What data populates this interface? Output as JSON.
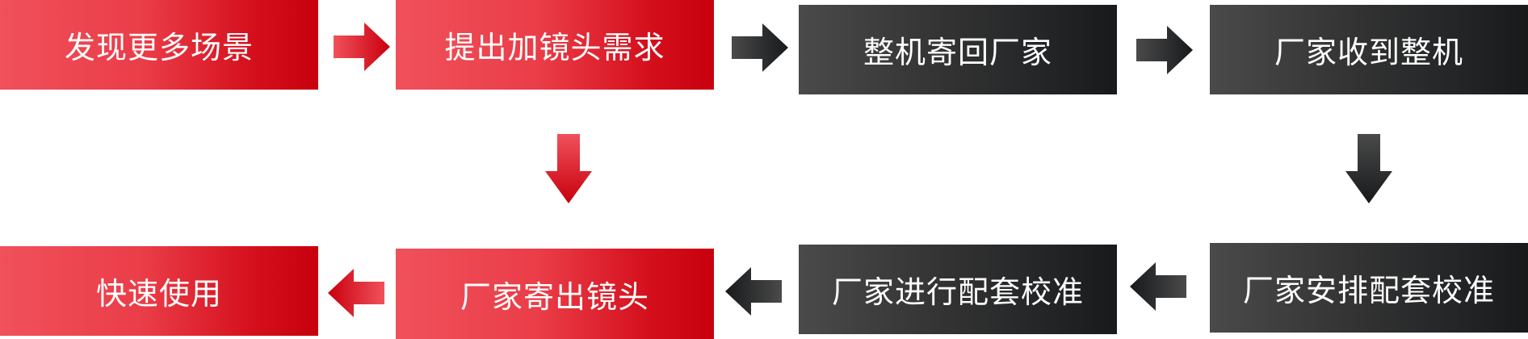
{
  "diagram": {
    "type": "process-flow",
    "steps": [
      {
        "id": "s1",
        "label": "发现更多场景",
        "color": "red"
      },
      {
        "id": "s2",
        "label": "提出加镜头需求",
        "color": "red"
      },
      {
        "id": "s3",
        "label": "整机寄回厂家",
        "color": "dark"
      },
      {
        "id": "s4",
        "label": "厂家收到整机",
        "color": "dark"
      },
      {
        "id": "s5",
        "label": "厂家安排配套校准",
        "color": "dark"
      },
      {
        "id": "s6",
        "label": "厂家进行配套校准",
        "color": "dark"
      },
      {
        "id": "s7",
        "label": "厂家寄出镜头",
        "color": "red"
      },
      {
        "id": "s8",
        "label": "快速使用",
        "color": "red"
      }
    ],
    "connections": [
      {
        "from": "s1",
        "to": "s2",
        "direction": "right",
        "color": "red"
      },
      {
        "from": "s2",
        "to": "s3",
        "direction": "right",
        "color": "dark"
      },
      {
        "from": "s3",
        "to": "s4",
        "direction": "right",
        "color": "dark"
      },
      {
        "from": "s4",
        "to": "s5",
        "direction": "down",
        "color": "dark"
      },
      {
        "from": "s5",
        "to": "s6",
        "direction": "left",
        "color": "dark"
      },
      {
        "from": "s6",
        "to": "s7",
        "direction": "left",
        "color": "dark"
      },
      {
        "from": "s2",
        "to": "s7",
        "direction": "down",
        "color": "red"
      },
      {
        "from": "s7",
        "to": "s8",
        "direction": "left",
        "color": "red"
      }
    ]
  },
  "colors": {
    "red_light": "#f0515b",
    "red_dark": "#c8000d",
    "dark_light": "#4a4a4a",
    "dark_dark": "#17191b",
    "text": "#ffffff"
  }
}
